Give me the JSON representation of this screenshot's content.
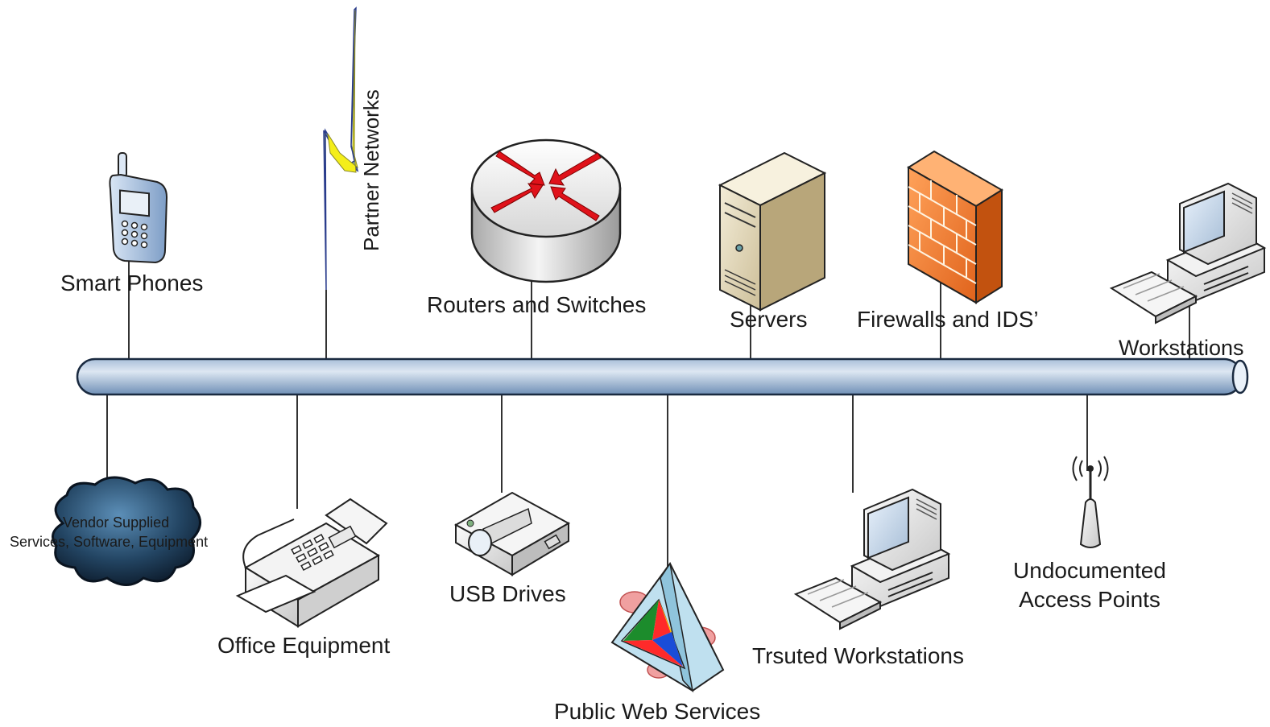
{
  "labels": {
    "smart_phones": "Smart Phones",
    "partner_networks": "Partner Networks",
    "routers_switches": "Routers and Switches",
    "servers": "Servers",
    "firewalls": "Firewalls and IDS’",
    "workstations": "Workstations",
    "vendor_line1": "Vendor Supplied",
    "vendor_line2": "Services, Software, Equipment",
    "office_equipment": "Office Equipment",
    "usb_drives": "USB Drives",
    "public_web_services": "Public Web Services",
    "trusted_workstations": "Trsuted Workstations",
    "undocumented_line1": "Undocumented",
    "undocumented_line2": "Access Points"
  },
  "colors": {
    "backbone_light": "#cfdcec",
    "backbone_dark": "#6f8fb6",
    "firewall": "#f07b2c",
    "router_arrow": "#e0121a",
    "lightning": "#f4ee1a",
    "cloud": "#1d3a55",
    "connector": "#333333"
  },
  "icons": {
    "smart_phones": "smartphone-icon",
    "partner_networks": "lightning-icon",
    "routers_switches": "router-icon",
    "servers": "server-icon",
    "firewalls": "firewall-icon",
    "workstations": "workstation-icon",
    "vendor": "cloud-icon",
    "office_equipment": "fax-machine-icon",
    "usb_drives": "projector-icon",
    "public_web_services": "web-services-icon",
    "trusted_workstations": "workstation-icon",
    "undocumented": "wireless-access-point-icon"
  }
}
